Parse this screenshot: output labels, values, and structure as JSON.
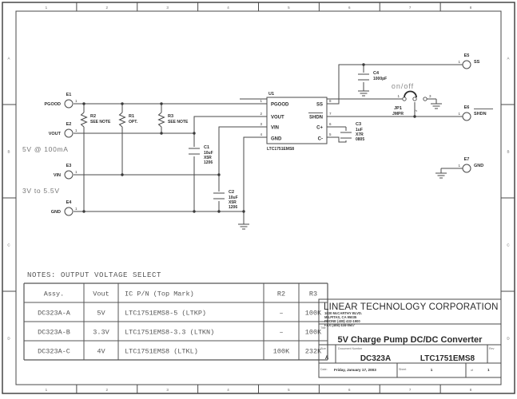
{
  "sheet": {
    "frame_columns": [
      "1",
      "2",
      "3",
      "4",
      "5",
      "6",
      "7",
      "8"
    ],
    "frame_rows": [
      "A",
      "B",
      "C",
      "D"
    ]
  },
  "left_ports": [
    {
      "ref": "E1",
      "net": "PGOOD",
      "pin": "1",
      "annotation": ""
    },
    {
      "ref": "E2",
      "net": "VOUT",
      "pin": "1",
      "annotation": "5V @ 100mA"
    },
    {
      "ref": "E3",
      "net": "VIN",
      "pin": "1",
      "annotation": "3V to 5.5V"
    },
    {
      "ref": "E4",
      "net": "GND",
      "pin": "1",
      "annotation": ""
    }
  ],
  "right_ports": [
    {
      "ref": "E5",
      "net": "SS",
      "pin": "1",
      "overline": false
    },
    {
      "ref": "E6",
      "net": "SHDN",
      "pin": "1",
      "overline": true
    },
    {
      "ref": "E7",
      "net": "GND",
      "pin": "1",
      "overline": false
    }
  ],
  "resistors": [
    {
      "ref": "R2",
      "value": "SEE NOTE"
    },
    {
      "ref": "R1",
      "value": "OPT."
    },
    {
      "ref": "R3",
      "value": "SEE NOTE"
    }
  ],
  "capacitors": [
    {
      "ref": "C1",
      "lines": [
        "10uF",
        "X5R",
        "1206"
      ]
    },
    {
      "ref": "C2",
      "lines": [
        "10uF",
        "X5R",
        "1206"
      ]
    },
    {
      "ref": "C3",
      "lines": [
        "1uF",
        "X7R",
        "0805"
      ]
    },
    {
      "ref": "C4",
      "lines": [
        "1000pF"
      ]
    }
  ],
  "ic": {
    "ref": "U1",
    "part": "LTC1751EMS8",
    "left_pins": [
      {
        "num": "1",
        "name": "PGOOD",
        "overline": false
      },
      {
        "num": "2",
        "name": "VOUT",
        "overline": false
      },
      {
        "num": "3",
        "name": "VIN",
        "overline": false
      },
      {
        "num": "4",
        "name": "GND",
        "overline": false
      }
    ],
    "right_pins": [
      {
        "num": "8",
        "name": "SS",
        "overline": false
      },
      {
        "num": "7",
        "name": "SHDN",
        "overline": true
      },
      {
        "num": "6",
        "name": "C+",
        "overline": false
      },
      {
        "num": "5",
        "name": "C-",
        "overline": false
      }
    ]
  },
  "jumper": {
    "ref": "JP1",
    "type": "JMPR",
    "caption": "on/off",
    "pins": [
      "1",
      "2",
      "3"
    ]
  },
  "notes": {
    "heading": "NOTES: OUTPUT VOLTAGE SELECT",
    "columns": [
      "Assy.",
      "Vout",
      "IC P/N        (Top Mark)",
      "R2",
      "R3"
    ],
    "rows": [
      [
        "DC323A-A",
        "5V",
        "LTC1751EMS8-5     (LTKP)",
        "–",
        "100K"
      ],
      [
        "DC323A-B",
        "3.3V",
        "LTC1751EMS8-3.3 (LTKN)",
        "–",
        "100K"
      ],
      [
        "DC323A-C",
        "4V",
        "LTC1751EMS8        (LTKL)",
        "100K",
        "232K"
      ]
    ]
  },
  "title_block": {
    "company": "LINEAR TECHNOLOGY CORPORATION",
    "address_lines": [
      "1630 McCARTHY BLVD.",
      "MILPITAS, CA  95035",
      "PHONE (408) 432-1900",
      "FAX (408) 434-0507"
    ],
    "title_label": "Title",
    "title": "5V Charge Pump DC/DC Converter",
    "size_label": "Size",
    "size": "A",
    "docnum_label": "Document Number",
    "docnum": "DC323A",
    "docnum2": "LTC1751EMS8",
    "rev_label": "Rev",
    "rev": "",
    "date_label": "Date:",
    "date": "Friday, January 17, 2003",
    "sheet_label": "Sheet",
    "sheet": "1",
    "of_label": "of",
    "of": "1"
  },
  "colors": {
    "wire": "#4a4a4a",
    "text": "#2b2b2b",
    "muted": "#777777",
    "frame": "#3a3a3a"
  }
}
